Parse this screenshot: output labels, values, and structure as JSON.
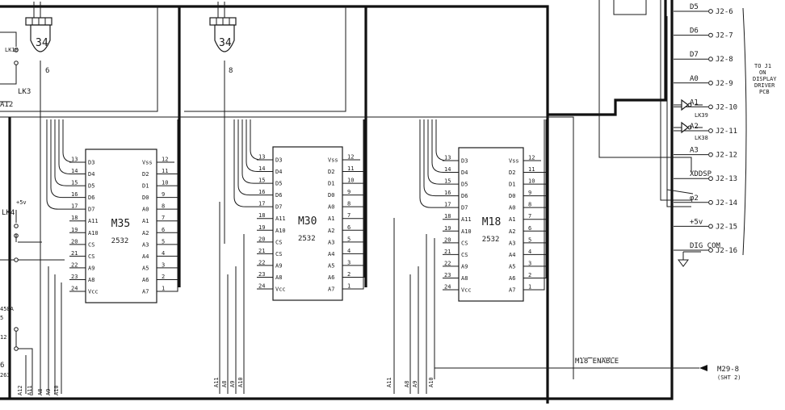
{
  "chips": [
    {
      "name": "M35",
      "part": "2532",
      "left_pins": [
        {
          "num": "13",
          "label": "D3"
        },
        {
          "num": "14",
          "label": "D4"
        },
        {
          "num": "15",
          "label": "D5"
        },
        {
          "num": "16",
          "label": "D6"
        },
        {
          "num": "17",
          "label": "D7"
        },
        {
          "num": "18",
          "label": "A11"
        },
        {
          "num": "19",
          "label": "A10"
        },
        {
          "num": "20",
          "label": "CS"
        },
        {
          "num": "21",
          "label": "CS"
        },
        {
          "num": "22",
          "label": "A9"
        },
        {
          "num": "23",
          "label": "A8"
        },
        {
          "num": "24",
          "label": "Vcc"
        }
      ],
      "right_pins": [
        {
          "num": "12",
          "label": "Vss"
        },
        {
          "num": "11",
          "label": "D2"
        },
        {
          "num": "10",
          "label": "D1"
        },
        {
          "num": "9",
          "label": "D0"
        },
        {
          "num": "8",
          "label": "A0"
        },
        {
          "num": "7",
          "label": "A1"
        },
        {
          "num": "6",
          "label": "A2"
        },
        {
          "num": "5",
          "label": "A3"
        },
        {
          "num": "4",
          "label": "A4"
        },
        {
          "num": "3",
          "label": "A5"
        },
        {
          "num": "2",
          "label": "A6"
        },
        {
          "num": "1",
          "label": "A7"
        }
      ]
    },
    {
      "name": "M30",
      "part": "2532",
      "left_pins": [
        {
          "num": "13",
          "label": "D3"
        },
        {
          "num": "14",
          "label": "D4"
        },
        {
          "num": "15",
          "label": "D5"
        },
        {
          "num": "16",
          "label": "D6"
        },
        {
          "num": "17",
          "label": "D7"
        },
        {
          "num": "18",
          "label": "A11"
        },
        {
          "num": "19",
          "label": "A10"
        },
        {
          "num": "20",
          "label": "CS"
        },
        {
          "num": "21",
          "label": "CS"
        },
        {
          "num": "22",
          "label": "A9"
        },
        {
          "num": "23",
          "label": "A8"
        },
        {
          "num": "24",
          "label": "Vcc"
        }
      ],
      "right_pins": [
        {
          "num": "12",
          "label": "Vss"
        },
        {
          "num": "11",
          "label": "D2"
        },
        {
          "num": "10",
          "label": "D1"
        },
        {
          "num": "9",
          "label": "D0"
        },
        {
          "num": "8",
          "label": "A0"
        },
        {
          "num": "7",
          "label": "A1"
        },
        {
          "num": "6",
          "label": "A2"
        },
        {
          "num": "5",
          "label": "A3"
        },
        {
          "num": "4",
          "label": "A4"
        },
        {
          "num": "3",
          "label": "A5"
        },
        {
          "num": "2",
          "label": "A6"
        },
        {
          "num": "1",
          "label": "A7"
        }
      ]
    },
    {
      "name": "M18",
      "part": "2532",
      "left_pins": [
        {
          "num": "13",
          "label": "D3"
        },
        {
          "num": "14",
          "label": "D4"
        },
        {
          "num": "15",
          "label": "D5"
        },
        {
          "num": "16",
          "label": "D6"
        },
        {
          "num": "17",
          "label": "D7"
        },
        {
          "num": "18",
          "label": "A11"
        },
        {
          "num": "19",
          "label": "A10"
        },
        {
          "num": "20",
          "label": "CS"
        },
        {
          "num": "21",
          "label": "CS"
        },
        {
          "num": "22",
          "label": "A9"
        },
        {
          "num": "23",
          "label": "A8"
        },
        {
          "num": "24",
          "label": "Vcc"
        }
      ],
      "right_pins": [
        {
          "num": "12",
          "label": "Vss"
        },
        {
          "num": "11",
          "label": "D2"
        },
        {
          "num": "10",
          "label": "D1"
        },
        {
          "num": "9",
          "label": "D0"
        },
        {
          "num": "8",
          "label": "A0"
        },
        {
          "num": "7",
          "label": "A1"
        },
        {
          "num": "6",
          "label": "A2"
        },
        {
          "num": "5",
          "label": "A3"
        },
        {
          "num": "4",
          "label": "A4"
        },
        {
          "num": "3",
          "label": "A5"
        },
        {
          "num": "2",
          "label": "A6"
        },
        {
          "num": "1",
          "label": "A7"
        }
      ]
    }
  ],
  "gates": [
    {
      "label": "34",
      "output_pin": "6"
    },
    {
      "label": "34",
      "output_pin": "8"
    }
  ],
  "connector": [
    {
      "signal": "D5",
      "pin": "J2-6"
    },
    {
      "signal": "D6",
      "pin": "J2-7"
    },
    {
      "signal": "D7",
      "pin": "J2-8"
    },
    {
      "signal": "A0",
      "pin": "J2-9"
    },
    {
      "signal": "A1",
      "pin": "J2-10"
    },
    {
      "signal": "A2",
      "pin": "J2-11"
    },
    {
      "signal": "A3",
      "pin": "J2-12"
    },
    {
      "signal": "XDDSP",
      "pin": "J2-13"
    },
    {
      "signal": "φ2",
      "pin": "J2-14"
    },
    {
      "signal": "+5v",
      "pin": "J2-15"
    },
    {
      "signal": "DIG COM",
      "pin": "J2-16"
    }
  ],
  "connector_note": [
    "TO J1",
    "ON",
    "DISPLAY",
    "DRIVER",
    "PCB"
  ],
  "links": {
    "lk3": "LK3",
    "lk4": "LK4",
    "lk39": "LK39",
    "lk38": "LK38",
    "lk10": "LK10",
    "a12": "A12"
  },
  "supply_label": "+5v",
  "enable_label": "M18 ENABLE",
  "enable_target": [
    "M29-8",
    "(SHT 2)"
  ],
  "bottom_labels": {
    "group1": [
      "A12",
      "A11",
      "A8",
      "A9",
      "A10"
    ],
    "group2": [
      "A11",
      "A8",
      "A9",
      "A10"
    ],
    "group3": [
      "A11",
      "A8",
      "A9",
      "A10"
    ]
  },
  "edge_labels": {
    "left_6": "6",
    "left_263": "263",
    "left_5": "5",
    "left_458a": "458A",
    "left_12": "12"
  }
}
